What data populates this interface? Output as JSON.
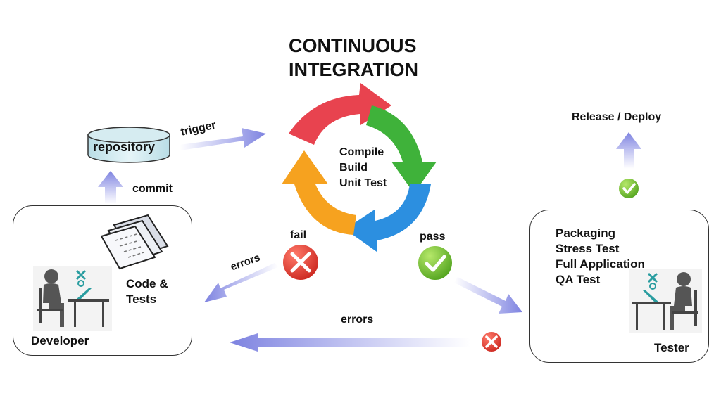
{
  "title": {
    "line1": "CONTINUOUS",
    "line2": "INTEGRATION"
  },
  "cycle": {
    "steps": [
      "Compile",
      "Build",
      "Unit Test"
    ]
  },
  "repository": {
    "label": "repository"
  },
  "flow": {
    "trigger": "trigger",
    "commit": "commit",
    "fail": "fail",
    "pass": "pass",
    "errors_upper": "errors",
    "errors_lower": "errors",
    "release": "Release / Deploy"
  },
  "developer": {
    "label": "Developer",
    "artifact": [
      "Code &",
      "Tests"
    ]
  },
  "tester": {
    "label": "Tester",
    "tasks": [
      "Packaging",
      "Stress Test",
      "Full Application",
      "QA Test"
    ]
  },
  "icons": {
    "fail": "red-x-circle-icon",
    "pass": "green-check-circle-icon",
    "release_ok": "green-check-circle-icon",
    "lower_error": "red-x-circle-icon",
    "developer": "person-at-desk-icon",
    "tester": "person-at-desk-icon",
    "documents": "documents-icon",
    "database": "database-cylinder-icon"
  },
  "colors": {
    "arrow_red": "#e8434f",
    "arrow_green": "#3fb23a",
    "arrow_blue": "#2c8fe0",
    "arrow_orange": "#f6a21f",
    "flow_arrow": "#8a8ee6",
    "repository_fill": "#d6ecf1",
    "fail_red": "#e23b2c",
    "pass_green": "#6bbf2a"
  }
}
